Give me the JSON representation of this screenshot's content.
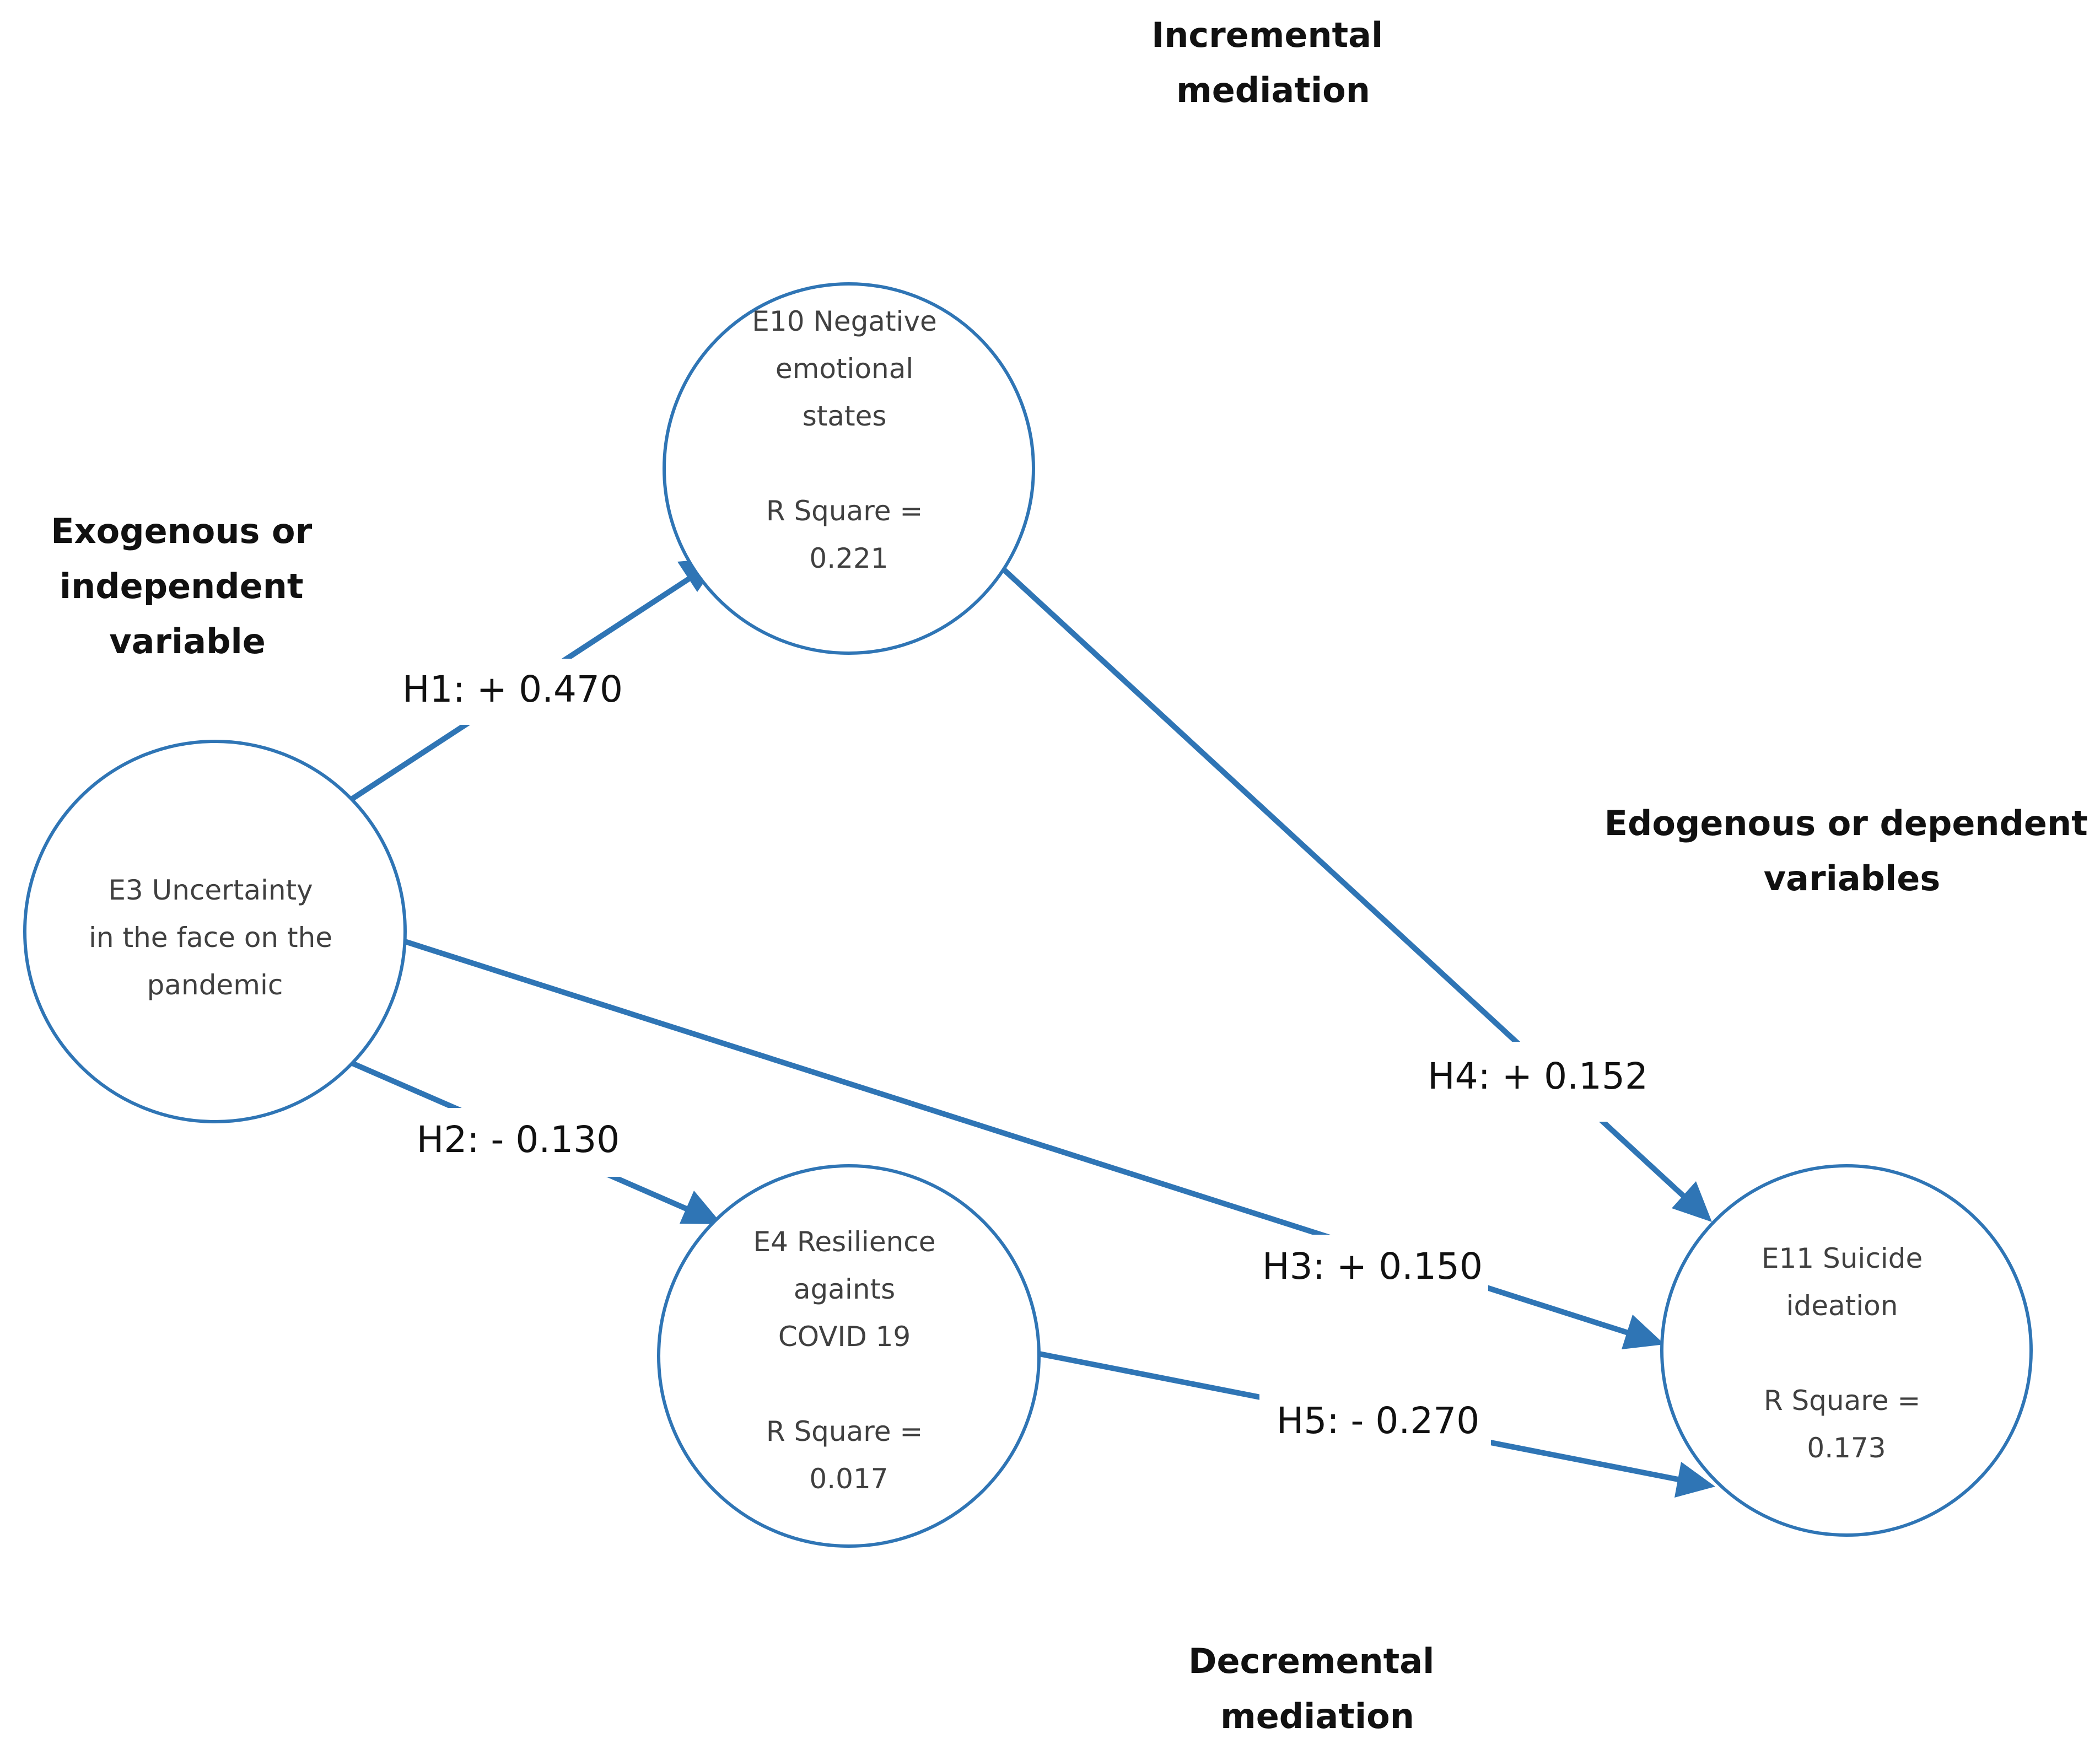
{
  "colors": {
    "accent": "#2f75b5",
    "node_text": "#404040",
    "label_text": "#111111",
    "background": "#ffffff"
  },
  "group_labels": {
    "exogenous": [
      "Exogenous or",
      "independent",
      "variable"
    ],
    "incremental": [
      "Incremental",
      "mediation"
    ],
    "endogenous": [
      "Edogenous or dependent",
      "variables"
    ],
    "decremental": [
      "Decremental",
      "mediation"
    ]
  },
  "nodes": {
    "e3": {
      "lines": [
        "E3 Uncertainty",
        "in the face on the",
        "pandemic"
      ]
    },
    "e10": {
      "lines": [
        "E10 Negative",
        "emotional",
        "states",
        "",
        "R Square =",
        "0.221"
      ]
    },
    "e4": {
      "lines": [
        "E4 Resilience",
        "againts",
        "COVID 19",
        "",
        "R Square =",
        "0.017"
      ]
    },
    "e11": {
      "lines": [
        "E11 Suicide",
        "ideation",
        "",
        "R Square =",
        "0.173"
      ]
    }
  },
  "edges": {
    "h1": {
      "label": "H1: + 0.470",
      "from": "E3 Uncertainty",
      "to": "E10 Negative emotional states"
    },
    "h2": {
      "label": "H2: - 0.130",
      "from": "E3 Uncertainty",
      "to": "E4 Resilience againts COVID 19"
    },
    "h3": {
      "label": "H3: + 0.150",
      "from": "E3 Uncertainty",
      "to": "E11 Suicide ideation"
    },
    "h4": {
      "label": "H4: + 0.152",
      "from": "E10 Negative emotional states",
      "to": "E11 Suicide ideation"
    },
    "h5": {
      "label": "H5: - 0.270",
      "from": "E4 Resilience againts COVID 19",
      "to": "E11 Suicide ideation"
    }
  }
}
